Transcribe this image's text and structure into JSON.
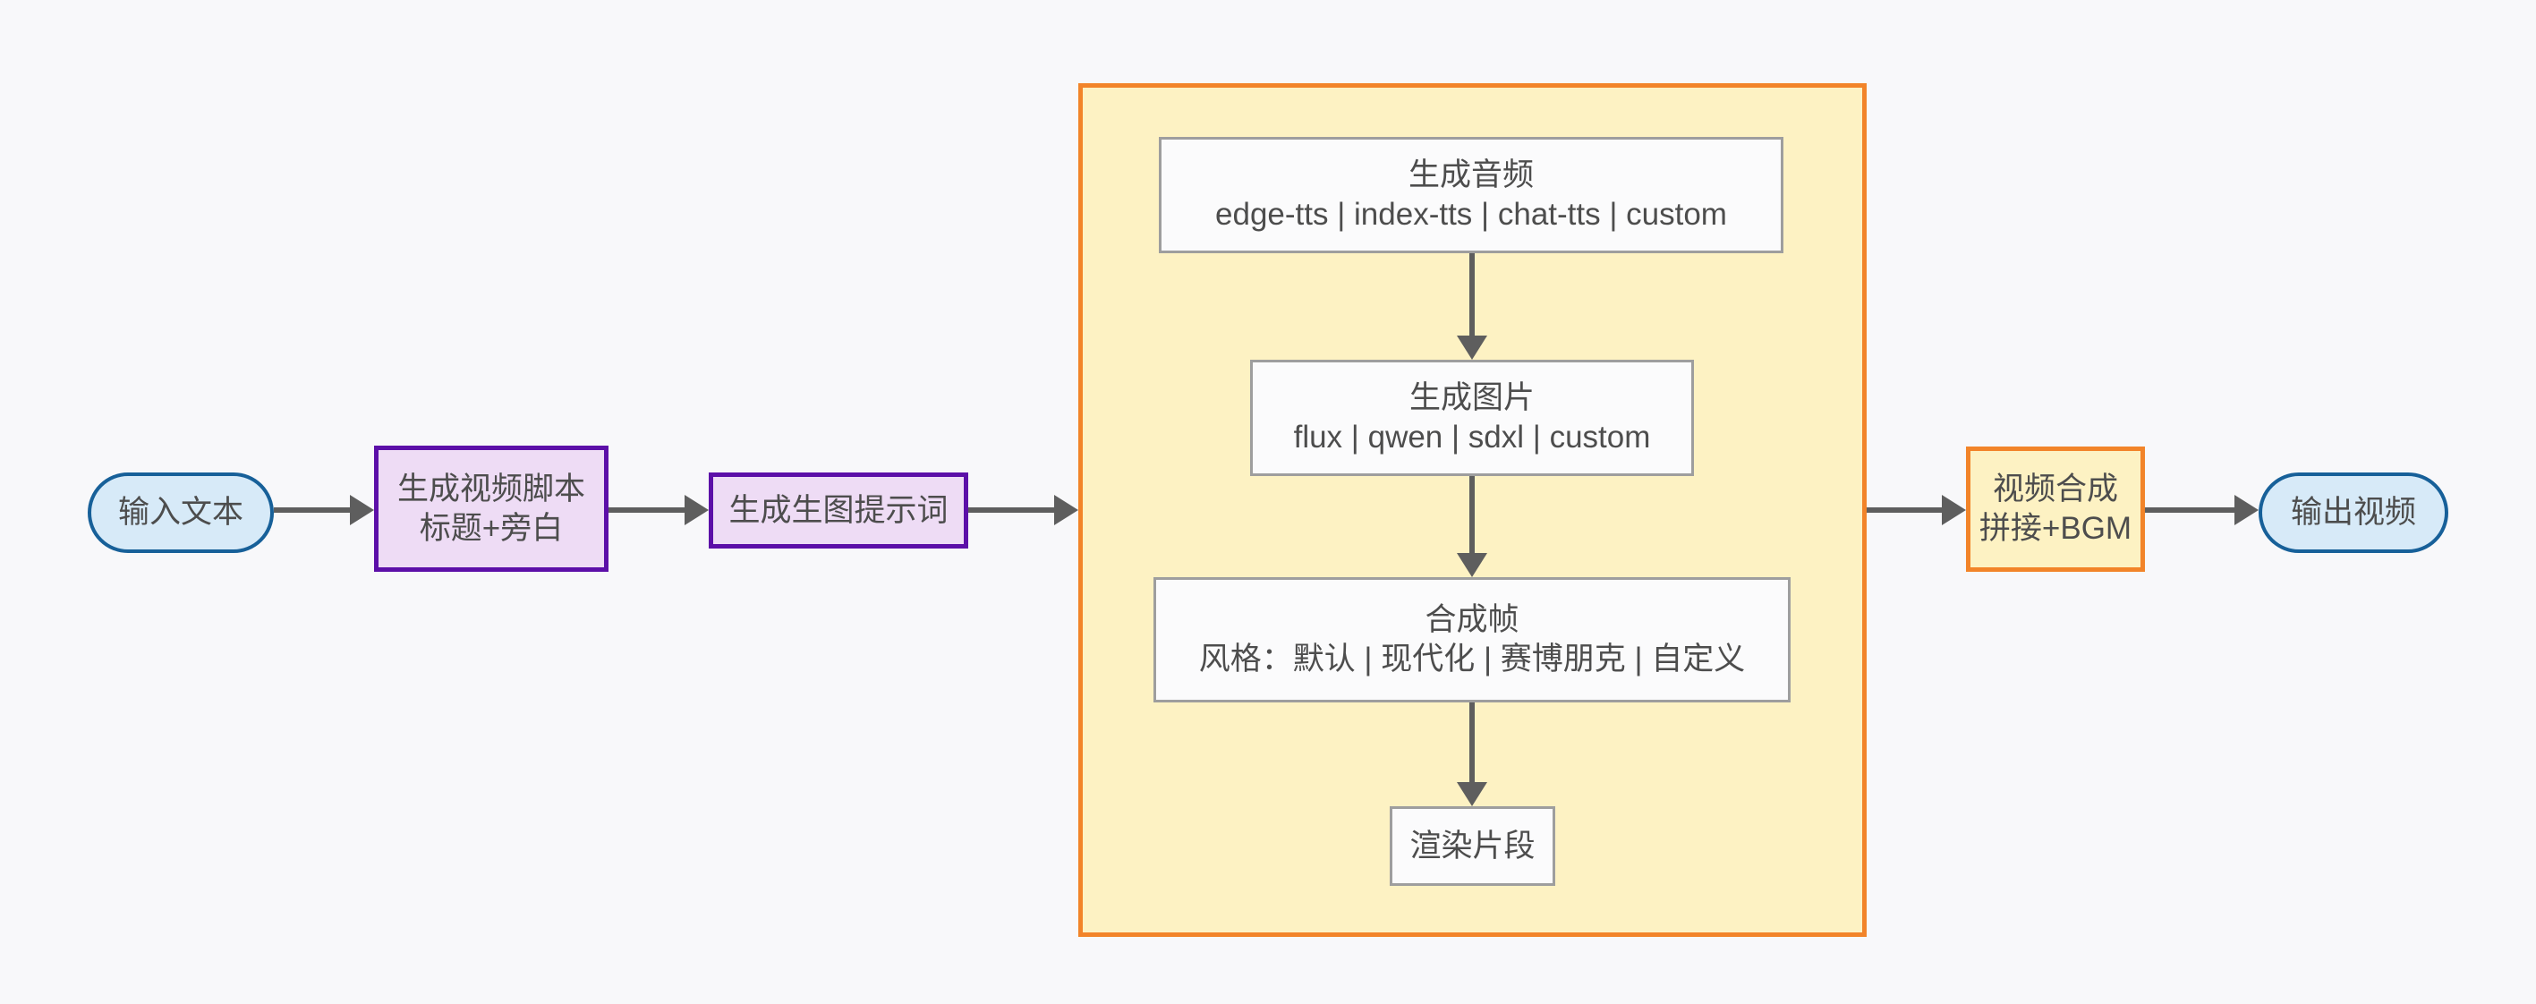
{
  "diagram": {
    "type": "flowchart",
    "direction": "left-to-right",
    "background_color": "#f8f8fa",
    "nodes": {
      "input_text": {
        "label": "输入文本",
        "shape": "stadium",
        "fill": "#d7eaf8",
        "stroke": "#176099"
      },
      "gen_script": {
        "line1": "生成视频脚本",
        "line2": "标题+旁白",
        "shape": "rect",
        "fill": "#eedcf5",
        "stroke": "#5c0fa8"
      },
      "gen_prompt": {
        "label": "生成生图提示词",
        "shape": "rect",
        "fill": "#eedcf5",
        "stroke": "#5c0fa8"
      },
      "gen_audio": {
        "line1": "生成音频",
        "line2": "edge-tts | index-tts | chat-tts | custom",
        "shape": "rect",
        "fill": "#fbfbfc",
        "stroke": "#9e9e9e"
      },
      "gen_image": {
        "line1": "生成图片",
        "line2": "flux | qwen | sdxl | custom",
        "shape": "rect",
        "fill": "#fbfbfc",
        "stroke": "#9e9e9e"
      },
      "compose_frame": {
        "line1": "合成帧",
        "line2": "风格：默认 | 现代化 | 赛博朋克 | 自定义",
        "shape": "rect",
        "fill": "#fbfbfc",
        "stroke": "#9e9e9e"
      },
      "render_clip": {
        "label": "渲染片段",
        "shape": "rect",
        "fill": "#fbfbfc",
        "stroke": "#9e9e9e"
      },
      "video_merge": {
        "line1": "视频合成",
        "line2": "拼接+BGM",
        "shape": "rect",
        "fill": "#fdf2c3",
        "stroke": "#f28429"
      },
      "output_video": {
        "label": "输出视频",
        "shape": "stadium",
        "fill": "#d7eaf8",
        "stroke": "#176099"
      }
    },
    "container": {
      "fill": "#fdf2c3",
      "stroke": "#f28429"
    },
    "edges": {
      "color": "#5e5e5e",
      "list": [
        {
          "from": "input_text",
          "to": "gen_script",
          "orientation": "horizontal"
        },
        {
          "from": "gen_script",
          "to": "gen_prompt",
          "orientation": "horizontal"
        },
        {
          "from": "gen_prompt",
          "to": "container",
          "orientation": "horizontal"
        },
        {
          "from": "gen_audio",
          "to": "gen_image",
          "orientation": "vertical"
        },
        {
          "from": "gen_image",
          "to": "compose_frame",
          "orientation": "vertical"
        },
        {
          "from": "compose_frame",
          "to": "render_clip",
          "orientation": "vertical"
        },
        {
          "from": "container",
          "to": "video_merge",
          "orientation": "horizontal"
        },
        {
          "from": "video_merge",
          "to": "output_video",
          "orientation": "horizontal"
        }
      ]
    }
  }
}
